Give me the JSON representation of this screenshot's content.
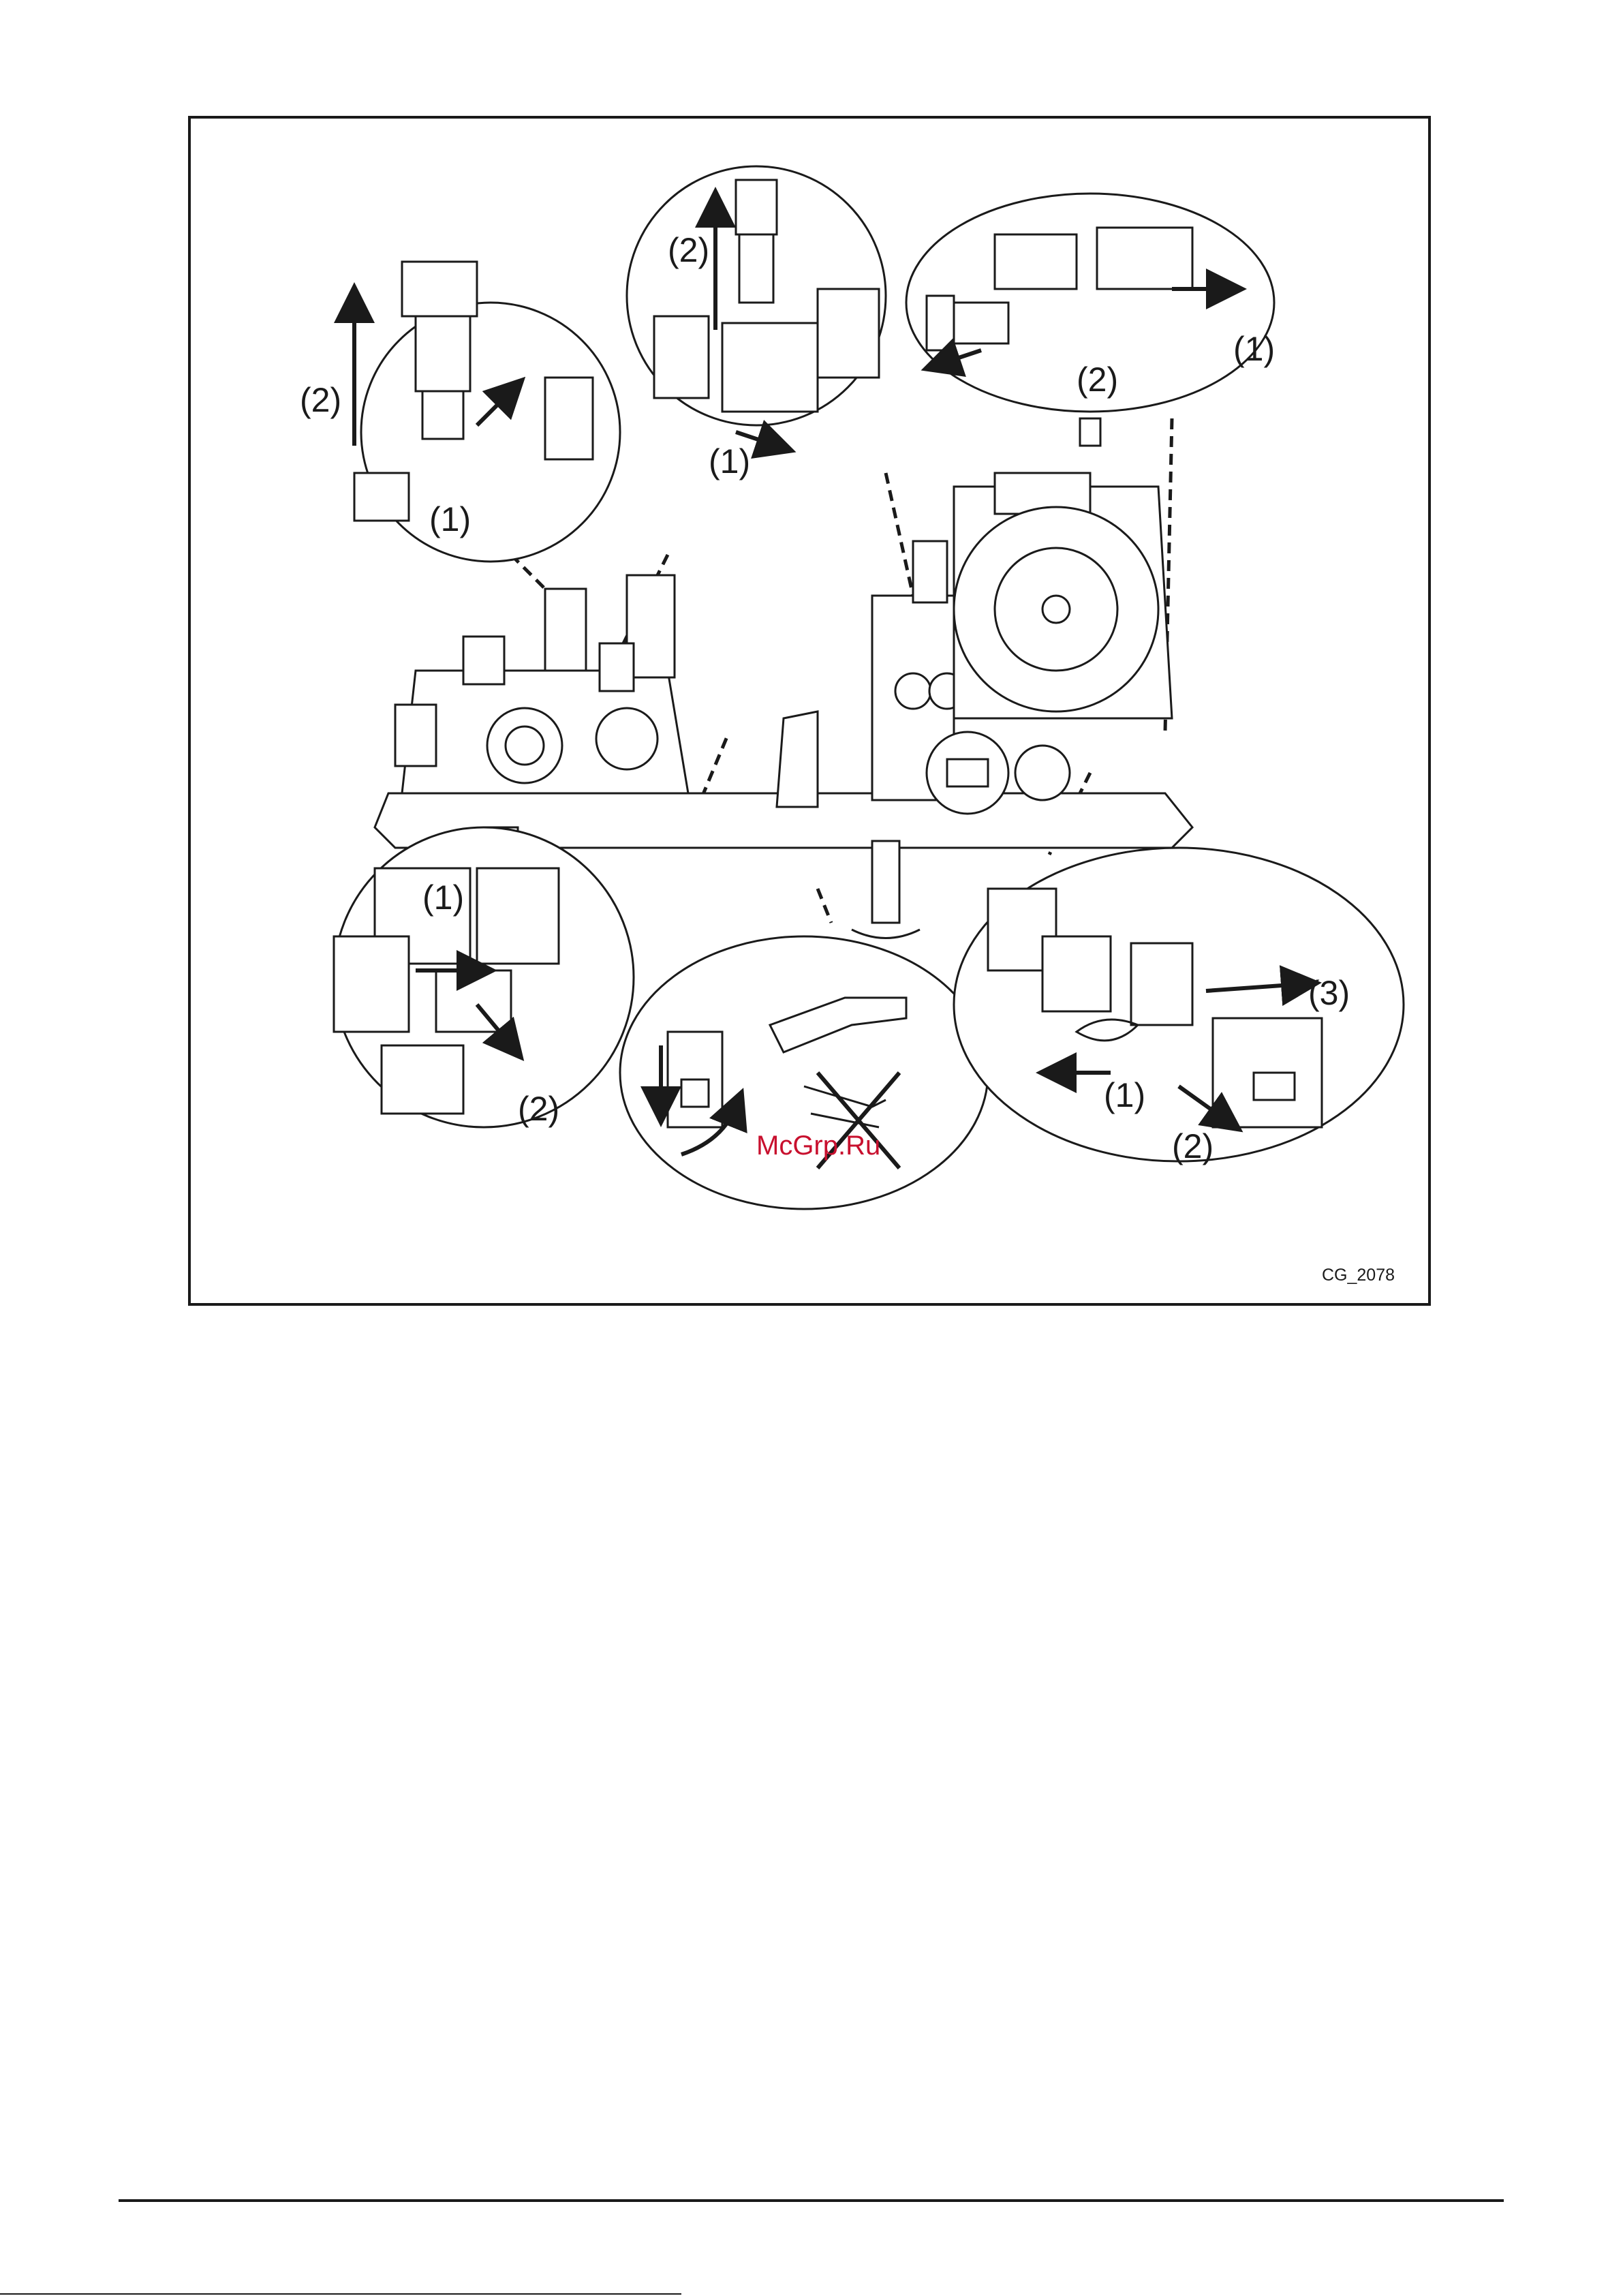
{
  "labels": {
    "top_left_2": "(2)",
    "top_left_1": "(1)",
    "top_center_2": "(2)",
    "top_center_1": "(1)",
    "top_right_1": "(1)",
    "top_right_2": "(2)",
    "bottom_left_1": "(1)",
    "bottom_left_2": "(2)",
    "bottom_right_3": "(3)",
    "bottom_right_1": "(1)",
    "bottom_right_2": "(2)"
  },
  "figure_code": "CG_2078",
  "watermark": "McGrp.Ru"
}
